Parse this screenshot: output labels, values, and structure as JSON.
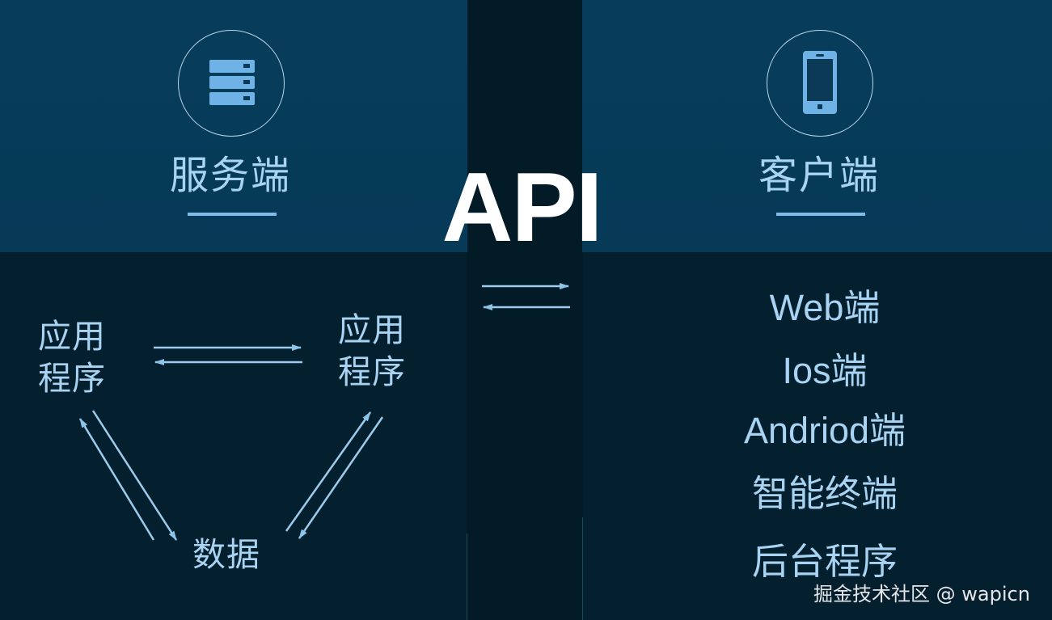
{
  "title": "API",
  "colors": {
    "top_panel": "#073d5b",
    "bottom_panel": "#04202f",
    "center_column": "#031b27",
    "accent_text": "#a9d3f2",
    "arrow": "#8cc4ea",
    "title_text": "#ffffff"
  },
  "server": {
    "icon": "server-icon",
    "heading": "服务端"
  },
  "client": {
    "icon": "mobile-phone-icon",
    "heading": "客户端",
    "items": [
      "Web端",
      "Ios端",
      "Andriod端",
      "智能终端",
      "后台程序"
    ]
  },
  "server_diagram": {
    "nodes": [
      {
        "id": "app-left",
        "line1": "应用",
        "line2": "程序"
      },
      {
        "id": "app-right",
        "line1": "应用",
        "line2": "程序"
      },
      {
        "id": "data",
        "label": "数据"
      }
    ],
    "edges": [
      {
        "from": "app-left",
        "to": "app-right",
        "bidirectional": true
      },
      {
        "from": "app-left",
        "to": "data",
        "bidirectional": true
      },
      {
        "from": "app-right",
        "to": "data",
        "bidirectional": true
      }
    ]
  },
  "api_exchange": {
    "icon": "exchange-arrows-icon",
    "bidirectional": true
  },
  "watermark": "掘金技术社区 @ wapicn"
}
